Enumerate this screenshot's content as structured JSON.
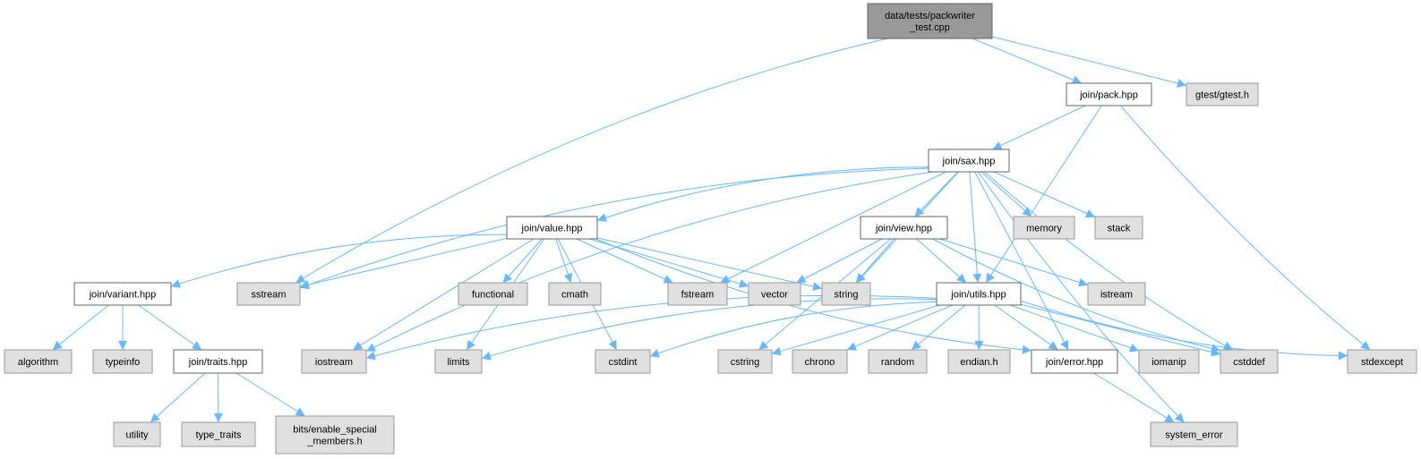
{
  "graph": {
    "title": "include dependency graph",
    "colors": {
      "edge": "#63b8ff",
      "root_fill": "#999999",
      "doc_fill": "#ffffff",
      "system_fill": "#e0e0e0",
      "border_dark": "#666666",
      "border_light": "#999999"
    },
    "nodes": [
      {
        "id": "root",
        "label": [
          "data/tests/packwriter",
          "_test.cpp"
        ],
        "kind": "root"
      },
      {
        "id": "pack",
        "label": [
          "join/pack.hpp"
        ],
        "kind": "doc"
      },
      {
        "id": "gtest",
        "label": [
          "gtest/gtest.h"
        ],
        "kind": "system"
      },
      {
        "id": "sax",
        "label": [
          "join/sax.hpp"
        ],
        "kind": "doc"
      },
      {
        "id": "value",
        "label": [
          "join/value.hpp"
        ],
        "kind": "doc"
      },
      {
        "id": "view",
        "label": [
          "join/view.hpp"
        ],
        "kind": "doc"
      },
      {
        "id": "memory",
        "label": [
          "memory"
        ],
        "kind": "system"
      },
      {
        "id": "stack",
        "label": [
          "stack"
        ],
        "kind": "system"
      },
      {
        "id": "variant",
        "label": [
          "join/variant.hpp"
        ],
        "kind": "doc"
      },
      {
        "id": "sstream",
        "label": [
          "sstream"
        ],
        "kind": "system"
      },
      {
        "id": "functional",
        "label": [
          "functional"
        ],
        "kind": "system"
      },
      {
        "id": "cmath",
        "label": [
          "cmath"
        ],
        "kind": "system"
      },
      {
        "id": "fstream",
        "label": [
          "fstream"
        ],
        "kind": "system"
      },
      {
        "id": "vector",
        "label": [
          "vector"
        ],
        "kind": "system"
      },
      {
        "id": "string",
        "label": [
          "string"
        ],
        "kind": "system"
      },
      {
        "id": "utils",
        "label": [
          "join/utils.hpp"
        ],
        "kind": "doc"
      },
      {
        "id": "istream",
        "label": [
          "istream"
        ],
        "kind": "system"
      },
      {
        "id": "algorithm",
        "label": [
          "algorithm"
        ],
        "kind": "system"
      },
      {
        "id": "typeinfo",
        "label": [
          "typeinfo"
        ],
        "kind": "system"
      },
      {
        "id": "traits",
        "label": [
          "join/traits.hpp"
        ],
        "kind": "doc"
      },
      {
        "id": "iostream",
        "label": [
          "iostream"
        ],
        "kind": "system"
      },
      {
        "id": "limits",
        "label": [
          "limits"
        ],
        "kind": "system"
      },
      {
        "id": "cstdint",
        "label": [
          "cstdint"
        ],
        "kind": "system"
      },
      {
        "id": "cstring",
        "label": [
          "cstring"
        ],
        "kind": "system"
      },
      {
        "id": "chrono",
        "label": [
          "chrono"
        ],
        "kind": "system"
      },
      {
        "id": "random",
        "label": [
          "random"
        ],
        "kind": "system"
      },
      {
        "id": "endian",
        "label": [
          "endian.h"
        ],
        "kind": "system"
      },
      {
        "id": "error",
        "label": [
          "join/error.hpp"
        ],
        "kind": "doc"
      },
      {
        "id": "iomanip",
        "label": [
          "iomanip"
        ],
        "kind": "system"
      },
      {
        "id": "cstddef",
        "label": [
          "cstddef"
        ],
        "kind": "system"
      },
      {
        "id": "stdexcept",
        "label": [
          "stdexcept"
        ],
        "kind": "system"
      },
      {
        "id": "utility",
        "label": [
          "utility"
        ],
        "kind": "system"
      },
      {
        "id": "type_traits",
        "label": [
          "type_traits"
        ],
        "kind": "system"
      },
      {
        "id": "bits",
        "label": [
          "bits/enable_special",
          "_members.h"
        ],
        "kind": "system"
      },
      {
        "id": "system_error",
        "label": [
          "system_error"
        ],
        "kind": "system"
      }
    ],
    "edges": [
      [
        "root",
        "sstream"
      ],
      [
        "root",
        "pack"
      ],
      [
        "root",
        "gtest"
      ],
      [
        "pack",
        "sax"
      ],
      [
        "pack",
        "utils"
      ],
      [
        "pack",
        "stdexcept"
      ],
      [
        "sax",
        "iostream"
      ],
      [
        "sax",
        "sstream"
      ],
      [
        "sax",
        "value"
      ],
      [
        "sax",
        "fstream"
      ],
      [
        "sax",
        "string"
      ],
      [
        "sax",
        "view"
      ],
      [
        "sax",
        "utils"
      ],
      [
        "sax",
        "memory"
      ],
      [
        "sax",
        "stack"
      ],
      [
        "sax",
        "error"
      ],
      [
        "sax",
        "cstddef"
      ],
      [
        "sax",
        "system_error"
      ],
      [
        "value",
        "variant"
      ],
      [
        "value",
        "sstream"
      ],
      [
        "value",
        "iostream"
      ],
      [
        "value",
        "limits"
      ],
      [
        "value",
        "cstdint"
      ],
      [
        "value",
        "functional"
      ],
      [
        "value",
        "cmath"
      ],
      [
        "value",
        "fstream"
      ],
      [
        "value",
        "vector"
      ],
      [
        "value",
        "string"
      ],
      [
        "value",
        "error"
      ],
      [
        "variant",
        "algorithm"
      ],
      [
        "variant",
        "typeinfo"
      ],
      [
        "variant",
        "traits"
      ],
      [
        "traits",
        "utility"
      ],
      [
        "traits",
        "type_traits"
      ],
      [
        "traits",
        "bits"
      ],
      [
        "view",
        "vector"
      ],
      [
        "view",
        "string"
      ],
      [
        "view",
        "utils"
      ],
      [
        "view",
        "istream"
      ],
      [
        "view",
        "cstddef"
      ],
      [
        "view",
        "cstring"
      ],
      [
        "utils",
        "iostream"
      ],
      [
        "utils",
        "limits"
      ],
      [
        "utils",
        "cstdint"
      ],
      [
        "utils",
        "cstring"
      ],
      [
        "utils",
        "chrono"
      ],
      [
        "utils",
        "random"
      ],
      [
        "utils",
        "endian"
      ],
      [
        "utils",
        "error"
      ],
      [
        "utils",
        "iomanip"
      ],
      [
        "utils",
        "cstddef"
      ],
      [
        "utils",
        "stdexcept"
      ],
      [
        "error",
        "system_error"
      ]
    ]
  }
}
